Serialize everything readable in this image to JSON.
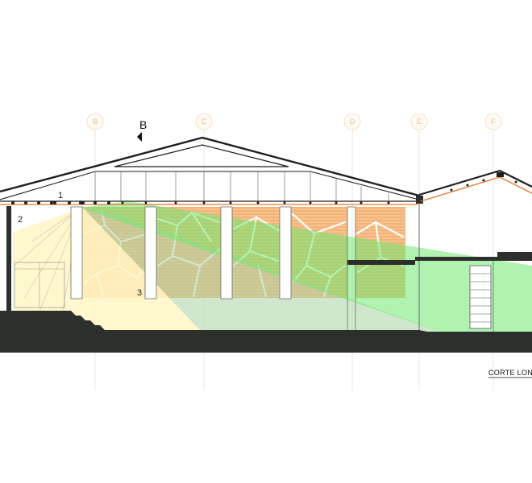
{
  "grid_axes": [
    "B",
    "C",
    "D",
    "E",
    "F"
  ],
  "section_marker": "B",
  "zone_labels": [
    "1",
    "2",
    "3"
  ],
  "caption": "CORTE LON",
  "colors": {
    "ground": "#2c2f2b",
    "roof_line": "#1e1e1e",
    "grid_line": "#e8c9a8",
    "orange_fill": "#f4b06b",
    "yellow_beam": "#fff2b0",
    "green_beam": "#7ee87e",
    "teal_beam": "#9fcf9a"
  }
}
